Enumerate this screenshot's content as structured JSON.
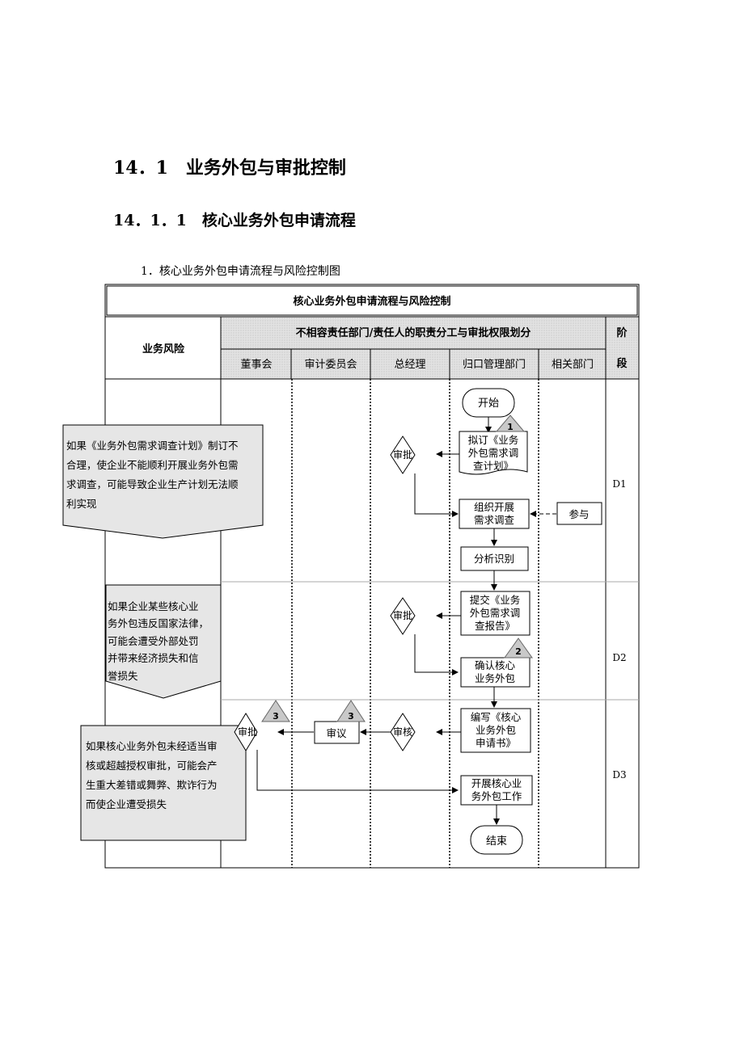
{
  "heading1": "14．1　业务外包与审批控制",
  "heading2": "14．1．1　核心业务外包申请流程",
  "caption": "1．核心业务外包申请流程与风险控制图",
  "table": {
    "title": "核心业务外包申请流程与风险控制",
    "risk_header": "业务风险",
    "division_header": "不相容责任部门/责任人的职责分工与审批权限划分",
    "stage_header_1": "阶",
    "stage_header_2": "段",
    "columns": [
      "董事会",
      "审计委员会",
      "总经理",
      "归口管理部门",
      "相关部门"
    ],
    "stages": [
      "D1",
      "D2",
      "D3"
    ]
  },
  "risks": [
    [
      "如果《业务外包需求调查计划》制订不",
      "合理，使企业不能顺利开展业务外包需",
      "求调查，可能导致企业生产计划无法顺",
      "利实现"
    ],
    [
      "如果企业某些核心业",
      "务外包违反国家法律，",
      "可能会遭受外部处罚",
      "并带来经济损失和信",
      "誉损失"
    ],
    [
      "如果核心业务外包未经适当审",
      "核或超越授权审批，可能会产",
      "生重大差错或舞弊、欺诈行为",
      "而使企业遭受损失"
    ]
  ],
  "nodes": {
    "start": "开始",
    "plan": [
      "拟订《业务",
      "外包需求调",
      "查计划》"
    ],
    "review1": "审批",
    "organize": [
      "组织开展",
      "需求调查"
    ],
    "participate": "参与",
    "analyze": "分析识别",
    "report": [
      "提交《业务",
      "外包需求调",
      "查报告》"
    ],
    "review2": "审批",
    "confirm": [
      "确认核心",
      "业务外包"
    ],
    "apply": [
      "编写《核心",
      "业务外包",
      "申请书》"
    ],
    "review3": "审核",
    "deliberate": "审议",
    "approve": "审批",
    "execute": [
      "开展核心业",
      "务外包工作"
    ],
    "end": "结束"
  },
  "markers": [
    "1",
    "2",
    "3",
    "3"
  ]
}
